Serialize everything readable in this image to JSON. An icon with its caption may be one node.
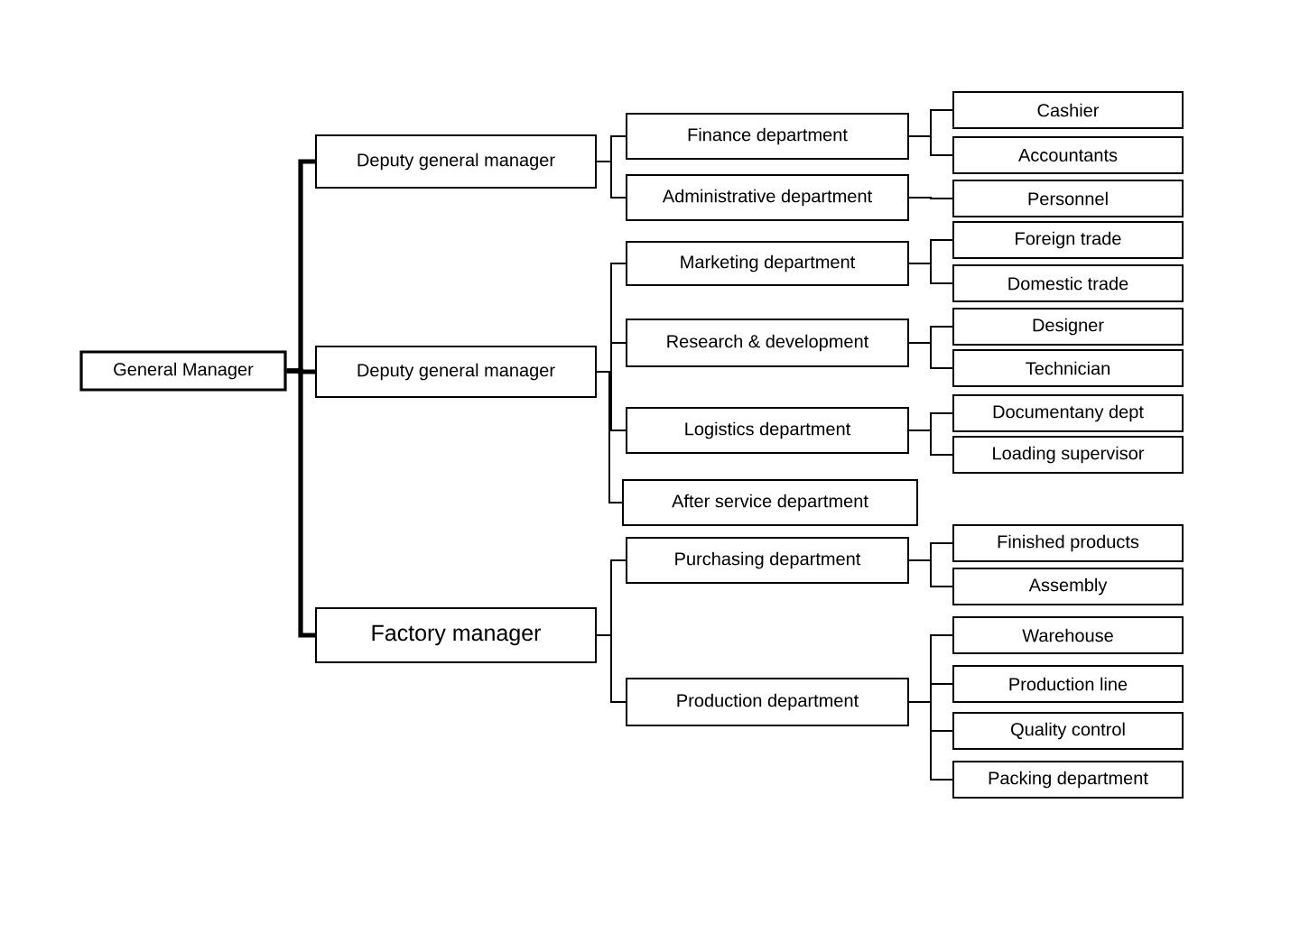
{
  "diagram": {
    "nodes": [
      {
        "text": [
          "General Manager"
        ]
      },
      {
        "text": [
          "Deputy general manager"
        ]
      },
      {
        "text": [
          "Deputy general manager"
        ]
      },
      {
        "text": [
          "Factory manager"
        ]
      },
      {
        "text": [
          "Finance department"
        ]
      },
      {
        "text": [
          "Administrative department"
        ]
      },
      {
        "text": [
          "Marketing department"
        ]
      },
      {
        "text": [
          "Research & development"
        ]
      },
      {
        "text": [
          "Logistics department"
        ]
      },
      {
        "text": [
          "After service department"
        ]
      },
      {
        "text": [
          "Purchasing department"
        ]
      },
      {
        "text": [
          "Production department"
        ]
      },
      {
        "text": [
          "Cashier"
        ]
      },
      {
        "text": [
          "Accountants"
        ]
      },
      {
        "text": [
          "Personnel"
        ]
      },
      {
        "text": [
          "Foreign trade"
        ]
      },
      {
        "text": [
          "Domestic trade"
        ]
      },
      {
        "text": [
          "Designer"
        ]
      },
      {
        "text": [
          "Technician"
        ]
      },
      {
        "text": [
          "Documentany dept"
        ]
      },
      {
        "text": [
          "Loading supervisor"
        ]
      },
      {
        "text": [
          "Finished products"
        ]
      },
      {
        "text": [
          "Assembly"
        ]
      },
      {
        "text": [
          "Warehouse"
        ]
      },
      {
        "text": [
          "Production line"
        ]
      },
      {
        "text": [
          "Quality control"
        ]
      },
      {
        "text": [
          "Packing department"
        ]
      }
    ],
    "edges": [
      {
        "from": 0,
        "to": 1,
        "arrow": "none",
        "style": "thick"
      },
      {
        "from": 0,
        "to": 2,
        "arrow": "none",
        "style": "thick"
      },
      {
        "from": 0,
        "to": 3,
        "arrow": "none",
        "style": "thick"
      },
      {
        "from": 1,
        "to": 4,
        "arrow": "none"
      },
      {
        "from": 1,
        "to": 5,
        "arrow": "none"
      },
      {
        "from": 2,
        "to": 6,
        "arrow": "none"
      },
      {
        "from": 2,
        "to": 7,
        "arrow": "none"
      },
      {
        "from": 2,
        "to": 8,
        "arrow": "none"
      },
      {
        "from": 2,
        "to": 9,
        "arrow": "none"
      },
      {
        "from": 3,
        "to": 10,
        "arrow": "none"
      },
      {
        "from": 3,
        "to": 11,
        "arrow": "none"
      },
      {
        "from": 4,
        "to": 12,
        "arrow": "none"
      },
      {
        "from": 4,
        "to": 13,
        "arrow": "none"
      },
      {
        "from": 5,
        "to": 14,
        "arrow": "none"
      },
      {
        "from": 6,
        "to": 15,
        "arrow": "none"
      },
      {
        "from": 6,
        "to": 16,
        "arrow": "none"
      },
      {
        "from": 7,
        "to": 17,
        "arrow": "none"
      },
      {
        "from": 7,
        "to": 18,
        "arrow": "none"
      },
      {
        "from": 8,
        "to": 19,
        "arrow": "none"
      },
      {
        "from": 8,
        "to": 20,
        "arrow": "none"
      },
      {
        "from": 10,
        "to": 21,
        "arrow": "none"
      },
      {
        "from": 10,
        "to": 22,
        "arrow": "none"
      },
      {
        "from": 11,
        "to": 23,
        "arrow": "none"
      },
      {
        "from": 11,
        "to": 24,
        "arrow": "none"
      },
      {
        "from": 11,
        "to": 25,
        "arrow": "none"
      },
      {
        "from": 11,
        "to": 26,
        "arrow": "none"
      }
    ]
  }
}
